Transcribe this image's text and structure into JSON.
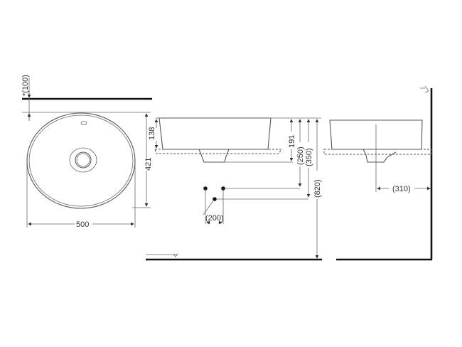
{
  "drawing": {
    "title": "Washbasin dimension drawing",
    "views": [
      "top-view",
      "front-view",
      "side-view"
    ],
    "colors": {
      "line": "#555555",
      "thick_line": "#111111",
      "text": "#333333",
      "background": "#ffffff"
    }
  },
  "top_view": {
    "wall_clearance_label": "*(100)",
    "depth_label": "421",
    "width_label": "500"
  },
  "front_view": {
    "basin_height_label": "138",
    "drain_height_label": "191",
    "supply_height_label": "(250)",
    "waste_height_label": "(350)",
    "floor_height_label": "(820)",
    "supply_spacing_label": "(200)"
  },
  "side_view": {
    "wall_offset_label": "(310)"
  }
}
